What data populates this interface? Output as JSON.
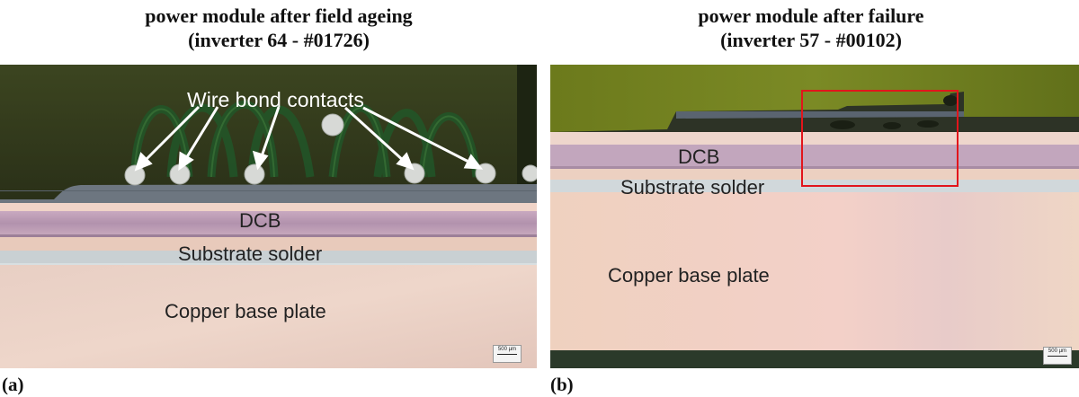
{
  "panels": [
    {
      "title_line1": "power module after field ageing",
      "title_line2": "(inverter 64 - #01726)",
      "label": "(a)",
      "annotations": {
        "wire_bond": "Wire bond contacts",
        "dcb": "DCB",
        "substrate_solder": "Substrate solder",
        "copper_base_plate": "Copper base plate"
      },
      "scale_bar": "500 µm"
    },
    {
      "title_line1": "power module after failure",
      "title_line2": "(inverter 57 - #00102)",
      "label": "(b)",
      "annotations": {
        "dcb": "DCB",
        "substrate_solder": "Substrate solder",
        "copper_base_plate": "Copper base plate"
      },
      "scale_bar": "500 µm"
    }
  ],
  "colors": {
    "highlight_box": "#e2151b",
    "annotation_arrows": "#ffffff"
  }
}
